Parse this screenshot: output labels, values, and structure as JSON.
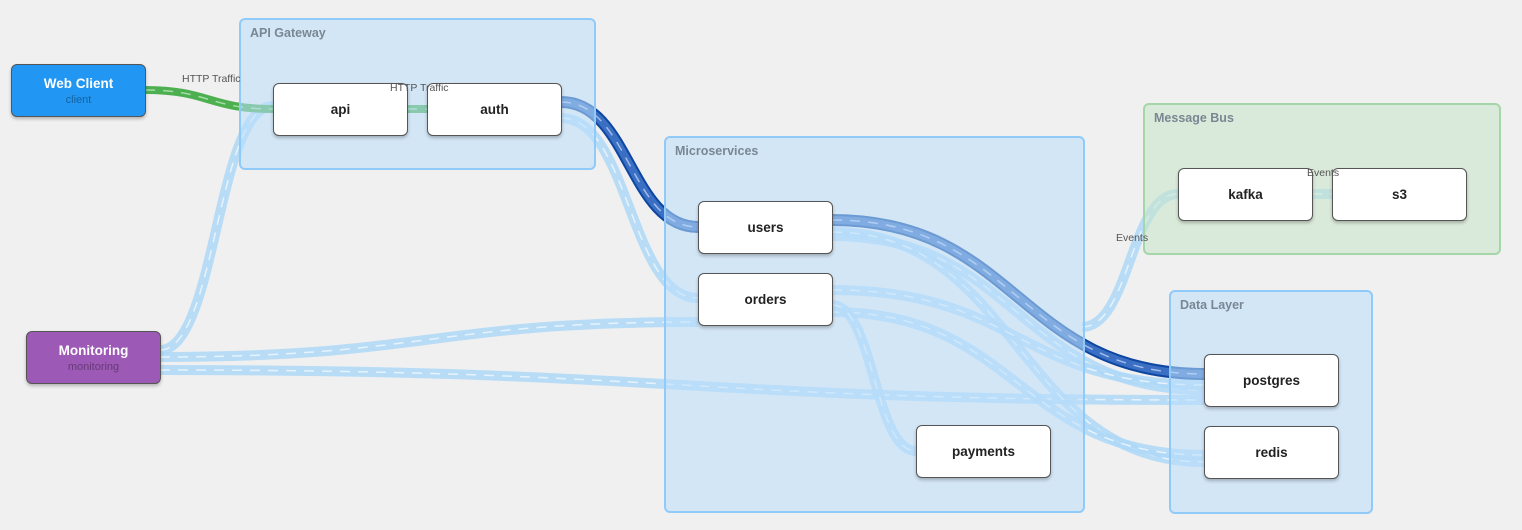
{
  "colors": {
    "edge_light": "#aed8f7",
    "edge_dark": "#0d47a1",
    "edge_dark_fill": "#3a6fc4",
    "edge_green": "#4caf50",
    "web_client": "#2196f3",
    "monitoring": "#9c59b6"
  },
  "groups": {
    "api_gateway": "API Gateway",
    "microservices": "Microservices",
    "message_bus": "Message Bus",
    "data_layer": "Data Layer"
  },
  "clients": {
    "web": {
      "title": "Web Client",
      "subtitle": "client"
    },
    "monitoring": {
      "title": "Monitoring",
      "subtitle": "monitoring"
    }
  },
  "nodes": {
    "api": "api",
    "auth": "auth",
    "users": "users",
    "orders": "orders",
    "payments": "payments",
    "kafka": "kafka",
    "s3": "s3",
    "postgres": "postgres",
    "redis": "redis"
  },
  "edge_labels": {
    "web_api": "HTTP Traffic",
    "api_auth": "HTTP Traffic",
    "kafka_s3": "Events",
    "to_kafka": "Events"
  }
}
